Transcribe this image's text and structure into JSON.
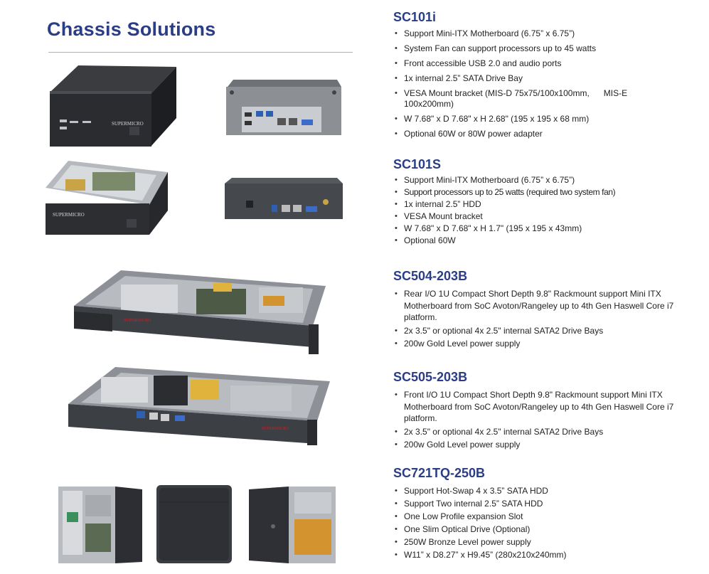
{
  "page": {
    "title": "Chassis Solutions"
  },
  "brand": "SUPERMICRO",
  "sections": [
    {
      "name": "SC101i",
      "items": [
        "Support Mini-ITX Motherboard (6.75” x 6.75”)",
        "System Fan can support processors up to 45 watts",
        "Front accessible USB 2.0 and audio ports",
        "1x internal 2.5” SATA Drive Bay",
        "VESA Mount bracket (MIS-D 75x75/100x100mm,      MIS-E 100x200mm)",
        "W 7.68\" x D 7.68\" x H 2.68\" (195 x 195 x 68 mm)",
        "Optional 60W or 80W power adapter"
      ]
    },
    {
      "name": "SC101S",
      "items": [
        "Support Mini-ITX Motherboard (6.75” x 6.75”)",
        "Support processors up to 25 watts (required two  system fan)",
        "1x internal 2.5” HDD",
        "VESA Mount bracket",
        "W 7.68\" x D 7.68\" x H 1.7\" (195 x 195 x 43mm)",
        "Optional 60W"
      ]
    },
    {
      "name": "SC504-203B",
      "items": [
        "Rear I/O 1U Compact Short Depth 9.8\" Rackmount support Mini ITX Motherboard from SoC Avoton/Rangeley up to 4th Gen Haswell Core i7 platform.",
        "2x 3.5\" or optional 4x 2.5\" internal SATA2 Drive Bays",
        "200w Gold Level power supply"
      ]
    },
    {
      "name": "SC505-203B",
      "items": [
        "Front I/O 1U Compact Short Depth 9.8\" Rackmount support Mini ITX Motherboard from SoC Avoton/Rangeley up to 4th Gen Haswell Core i7 platform.",
        "2x 3.5\" or optional 4x 2.5\" internal SATA2 Drive Bays",
        "200w Gold Level power supply"
      ]
    },
    {
      "name": "SC721TQ-250B",
      "items": [
        "Support Hot-Swap 4 x 3.5” SATA HDD",
        "Support Two internal 2.5” SATA HDD",
        "One Low Profile expansion Slot",
        "One Slim Optical Drive (Optional)",
        "250W Bronze Level power supply",
        "W11” x D8.27” x H9.45” (280x210x240mm)"
      ]
    }
  ]
}
